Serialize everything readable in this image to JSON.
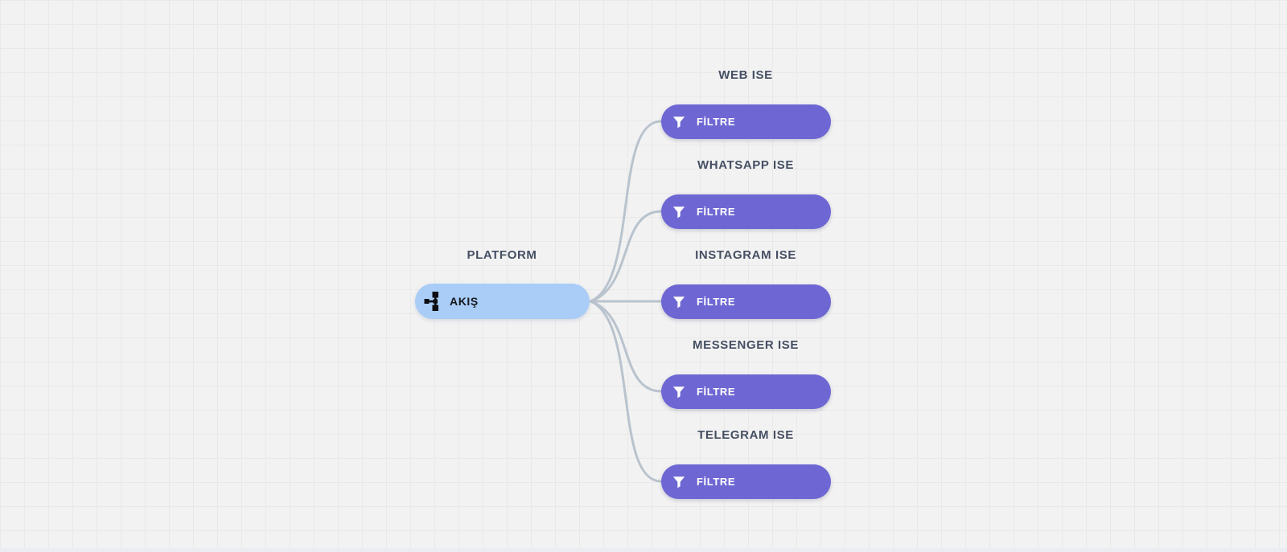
{
  "canvas": {
    "background_color": "#f2f2f2",
    "grid_color": "#e9e9ea",
    "connector_color": "#b9c3ce"
  },
  "root_node": {
    "group_label": "PLATFORM",
    "label": "AKIŞ",
    "icon": "flow-icon",
    "color": "#a9cdf7",
    "text_color": "#15171c"
  },
  "branches": [
    {
      "condition_label": "WEB ISE",
      "node_label": "FİLTRE",
      "icon": "filter-icon",
      "color": "#6e67d3"
    },
    {
      "condition_label": "WHATSAPP ISE",
      "node_label": "FİLTRE",
      "icon": "filter-icon",
      "color": "#6e67d3"
    },
    {
      "condition_label": "INSTAGRAM ISE",
      "node_label": "FİLTRE",
      "icon": "filter-icon",
      "color": "#6e67d3"
    },
    {
      "condition_label": "MESSENGER ISE",
      "node_label": "FİLTRE",
      "icon": "filter-icon",
      "color": "#6e67d3"
    },
    {
      "condition_label": "TELEGRAM ISE",
      "node_label": "FİLTRE",
      "icon": "filter-icon",
      "color": "#6e67d3"
    }
  ],
  "labels_text_color": "#454f63",
  "filter_text_color": "#ffffff"
}
